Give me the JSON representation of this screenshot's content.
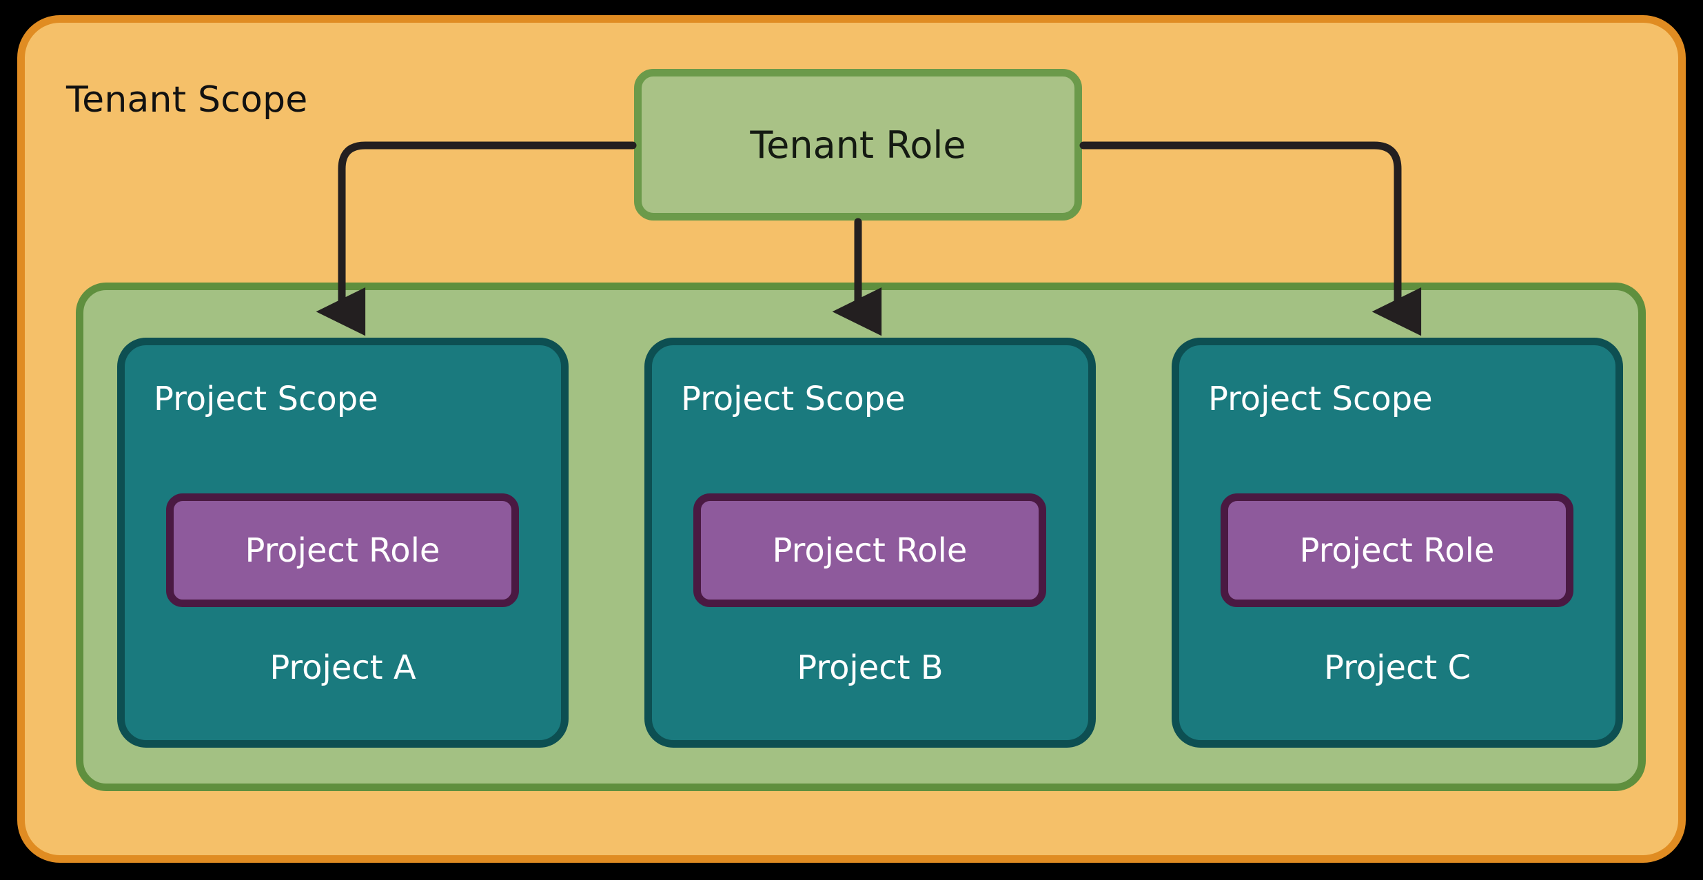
{
  "diagram": {
    "title": "Tenant Scope",
    "background_color": "#000000",
    "tenant_scope": {
      "label": "Tenant Scope",
      "fill_color": "#f5c069",
      "border_color": "#e08c22",
      "text_color": "#111111"
    },
    "tenant_role": {
      "label": "Tenant Role",
      "fill_color": "#a9c286",
      "border_color": "#6b9a4a",
      "text_color": "#141a12"
    },
    "projects_container": {
      "fill_color": "#a3c183",
      "border_color": "#5f8f3e"
    },
    "project_scope_style": {
      "fill_color": "#1a7a7e",
      "border_color": "#0d4f52",
      "text_color": "#ffffff"
    },
    "project_role_style": {
      "fill_color": "#8e5a9c",
      "border_color": "#4a1942",
      "text_color": "#ffffff"
    },
    "connector_color": "#231f20",
    "projects": [
      {
        "scope_label": "Project Scope",
        "role_label": "Project Role",
        "name": "Project A"
      },
      {
        "scope_label": "Project Scope",
        "role_label": "Project Role",
        "name": "Project B"
      },
      {
        "scope_label": "Project Scope",
        "role_label": "Project Role",
        "name": "Project C"
      }
    ],
    "edges": [
      {
        "from": "Tenant Role",
        "to": "Project A",
        "style": "orthogonal-arrow"
      },
      {
        "from": "Tenant Role",
        "to": "Project B",
        "style": "straight-arrow"
      },
      {
        "from": "Tenant Role",
        "to": "Project C",
        "style": "orthogonal-arrow"
      }
    ]
  }
}
